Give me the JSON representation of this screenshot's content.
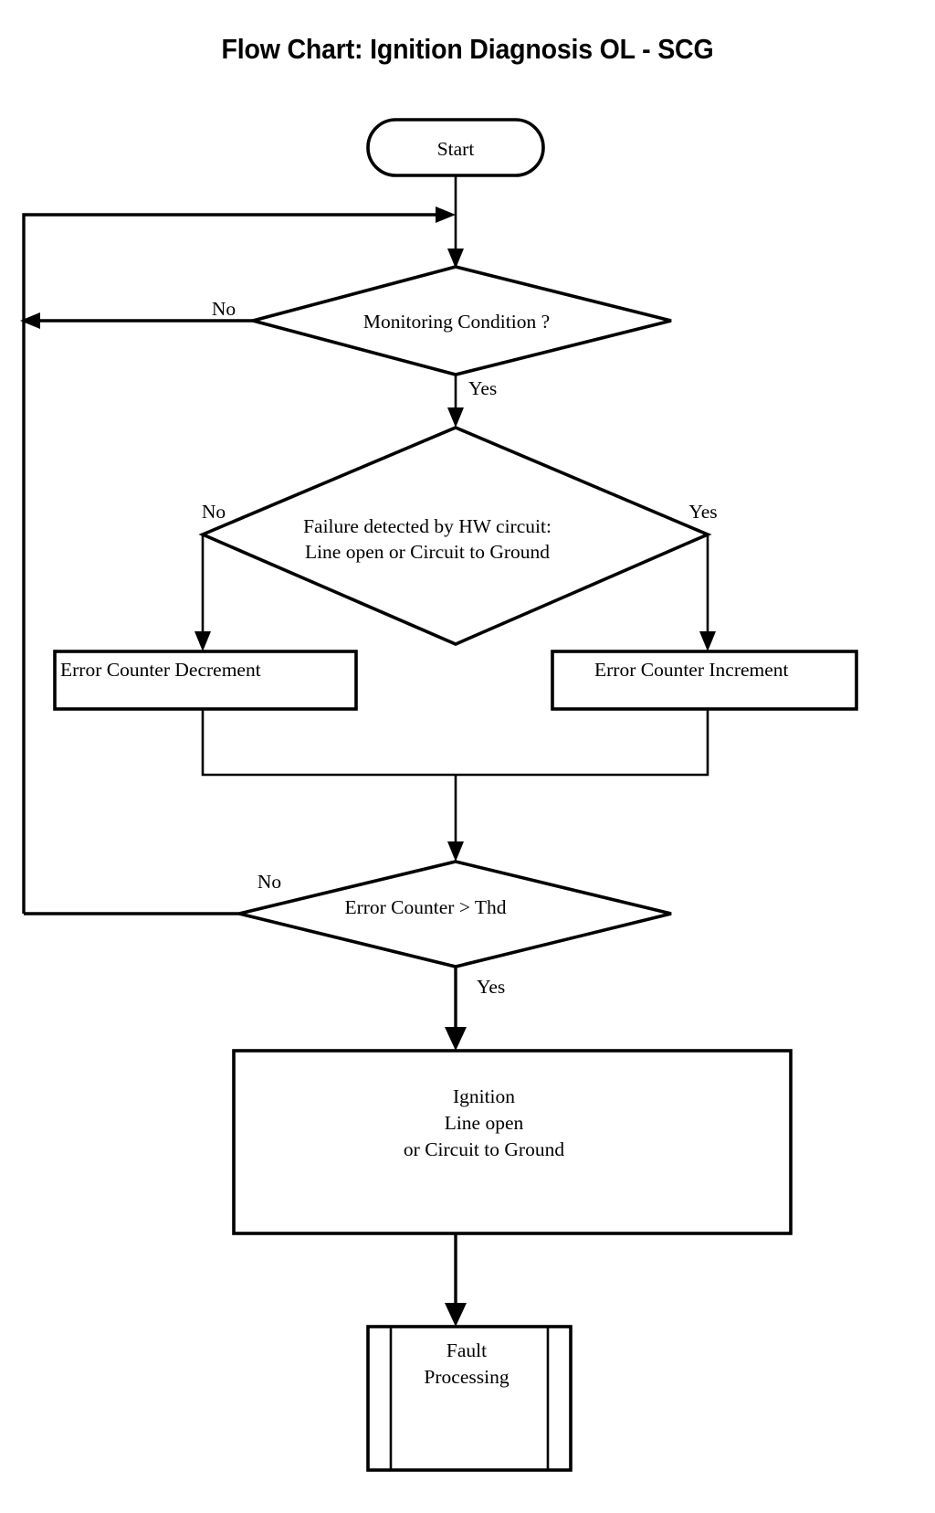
{
  "title": "Flow Chart: Ignition Diagnosis OL - SCG",
  "colors": {
    "background": "#ffffff",
    "stroke": "#000000",
    "text": "#000000"
  },
  "nodes": {
    "start": {
      "shape": "terminator",
      "label": "Start"
    },
    "monitoring_condition": {
      "shape": "decision",
      "label": "Monitoring Condition ?"
    },
    "failure_detected": {
      "shape": "decision",
      "label_line1": "Failure detected by HW circuit:",
      "label_line2": "Line open or Circuit to Ground"
    },
    "error_counter_decrement": {
      "shape": "process",
      "label": "Error Counter Decrement"
    },
    "error_counter_increment": {
      "shape": "process",
      "label": "Error Counter Increment"
    },
    "error_counter_threshold": {
      "shape": "decision",
      "label": "Error Counter >  Thd"
    },
    "ignition_fault": {
      "shape": "process",
      "label_line1": "Ignition",
      "label_line2": "Line open",
      "label_line3": "or Circuit to Ground"
    },
    "fault_processing": {
      "shape": "predefined-process",
      "label_line1": "Fault",
      "label_line2": "Processing"
    }
  },
  "edge_labels": {
    "monitoring_no": "No",
    "monitoring_yes": "Yes",
    "failure_no": "No",
    "failure_yes": "Yes",
    "threshold_no": "No",
    "threshold_yes": "Yes"
  }
}
